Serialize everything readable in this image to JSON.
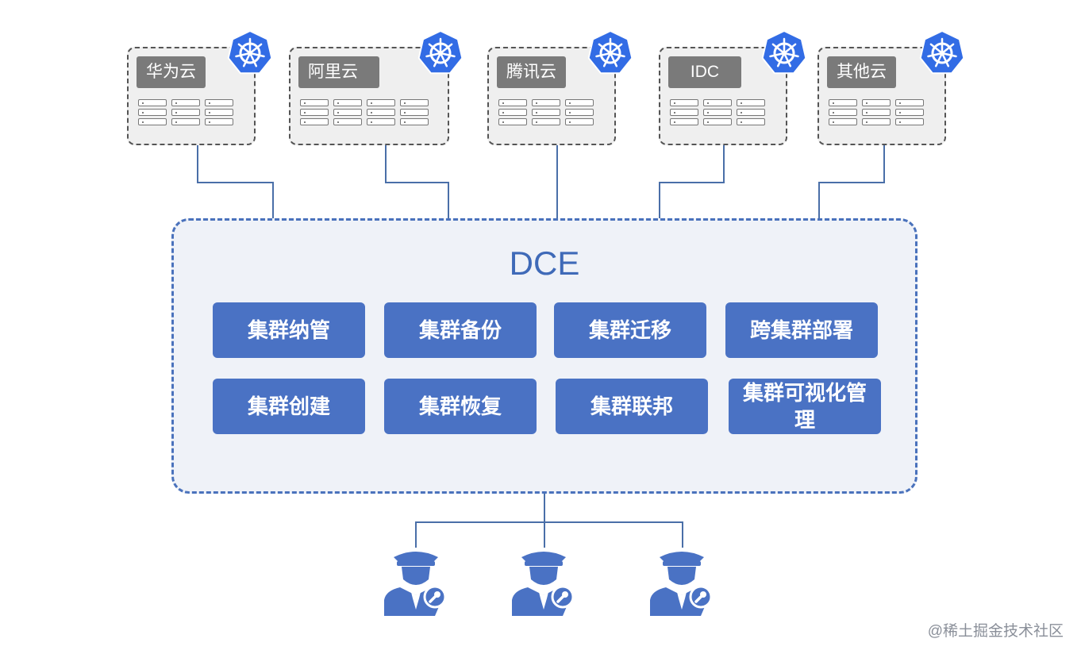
{
  "clouds": [
    {
      "label": "华为云",
      "icon": "kubernetes-icon"
    },
    {
      "label": "阿里云",
      "icon": "kubernetes-icon"
    },
    {
      "label": "腾讯云",
      "icon": "kubernetes-icon"
    },
    {
      "label": "IDC",
      "icon": "kubernetes-icon"
    },
    {
      "label": "其他云",
      "icon": "kubernetes-icon"
    }
  ],
  "dce": {
    "title": "DCE",
    "features": [
      "集群纳管",
      "集群备份",
      "集群迁移",
      "跨集群部署",
      "集群创建",
      "集群恢复",
      "集群联邦",
      "集群可视化管理"
    ]
  },
  "operators": [
    "operator-icon",
    "operator-icon",
    "operator-icon"
  ],
  "colors": {
    "accent": "#4a72c4",
    "line": "#4a72bc",
    "panel": "#eff2f8",
    "label": "#7a7a7a"
  },
  "watermark": "@稀土掘金技术社区"
}
